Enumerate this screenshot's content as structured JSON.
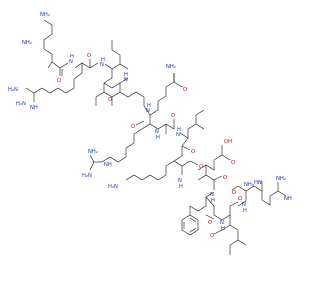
{
  "molecule": {
    "colors": {
      "bond": "#111111",
      "oxygen": "#d40000",
      "nitrogen": "#1a32c8",
      "background": "#ffffff"
    },
    "labels": {
      "nh2": "NH₂",
      "nh": "NH",
      "hn": "HN",
      "h2n": "H₂N",
      "n": "N",
      "h": "H",
      "o": "O",
      "oh": "OH"
    }
  }
}
